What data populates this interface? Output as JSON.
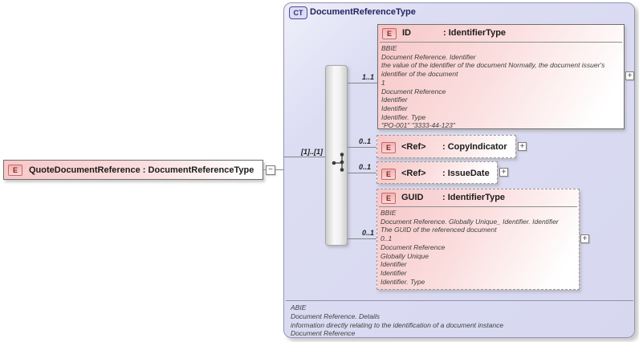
{
  "diagram": {
    "root_element": {
      "badge": "E",
      "label": "QuoteDocumentReference : DocumentReferenceType"
    },
    "complex_type": {
      "badge": "CT",
      "title": "DocumentReferenceType",
      "footer_lines": [
        "ABIE",
        "Document Reference. Details",
        "information directly relating to the identification of a document instance",
        "Document Reference"
      ]
    },
    "sequence": {
      "cardinality": "[1]..[1]"
    },
    "children": [
      {
        "badge": "E",
        "name": "ID",
        "type": ": IdentifierType",
        "cardinality": "1..1",
        "annotation_lines": [
          "BBIE",
          "Document Reference. Identifier",
          "the value of the identifier of the document Normally, the document issuer's",
          "identifier of the document",
          "1",
          "Document Reference",
          "Identifier",
          "Identifier",
          "Identifier. Type",
          "\"PO-001\" \"3333-44-123\""
        ]
      },
      {
        "badge": "E",
        "name": "<Ref>",
        "type": ": CopyIndicator",
        "cardinality": "0..1"
      },
      {
        "badge": "E",
        "name": "<Ref>",
        "type": ": IssueDate",
        "cardinality": "0..1"
      },
      {
        "badge": "E",
        "name": "GUID",
        "type": ": IdentifierType",
        "cardinality": "0..1",
        "annotation_lines": [
          "BBIE",
          "Document Reference. Globally Unique_ Identifier. Identifier",
          "The GUID of the referenced document",
          "0..1",
          "Document Reference",
          "Globally Unique",
          "Identifier",
          "Identifier",
          "Identifier. Type"
        ]
      }
    ]
  },
  "icons": {
    "expand": "+",
    "collapse": "−"
  },
  "colors": {
    "element_fill": "#f7c7c8",
    "container_fill": "#d8d9f0",
    "badge_letter_red": "#8f1f1f",
    "badge_border_red": "#c46a6a",
    "ct_badge_navy": "#2c2c7a",
    "title_navy": "#23235f",
    "annotation_gray": "#3f3f3f",
    "line_gray": "#868686"
  }
}
